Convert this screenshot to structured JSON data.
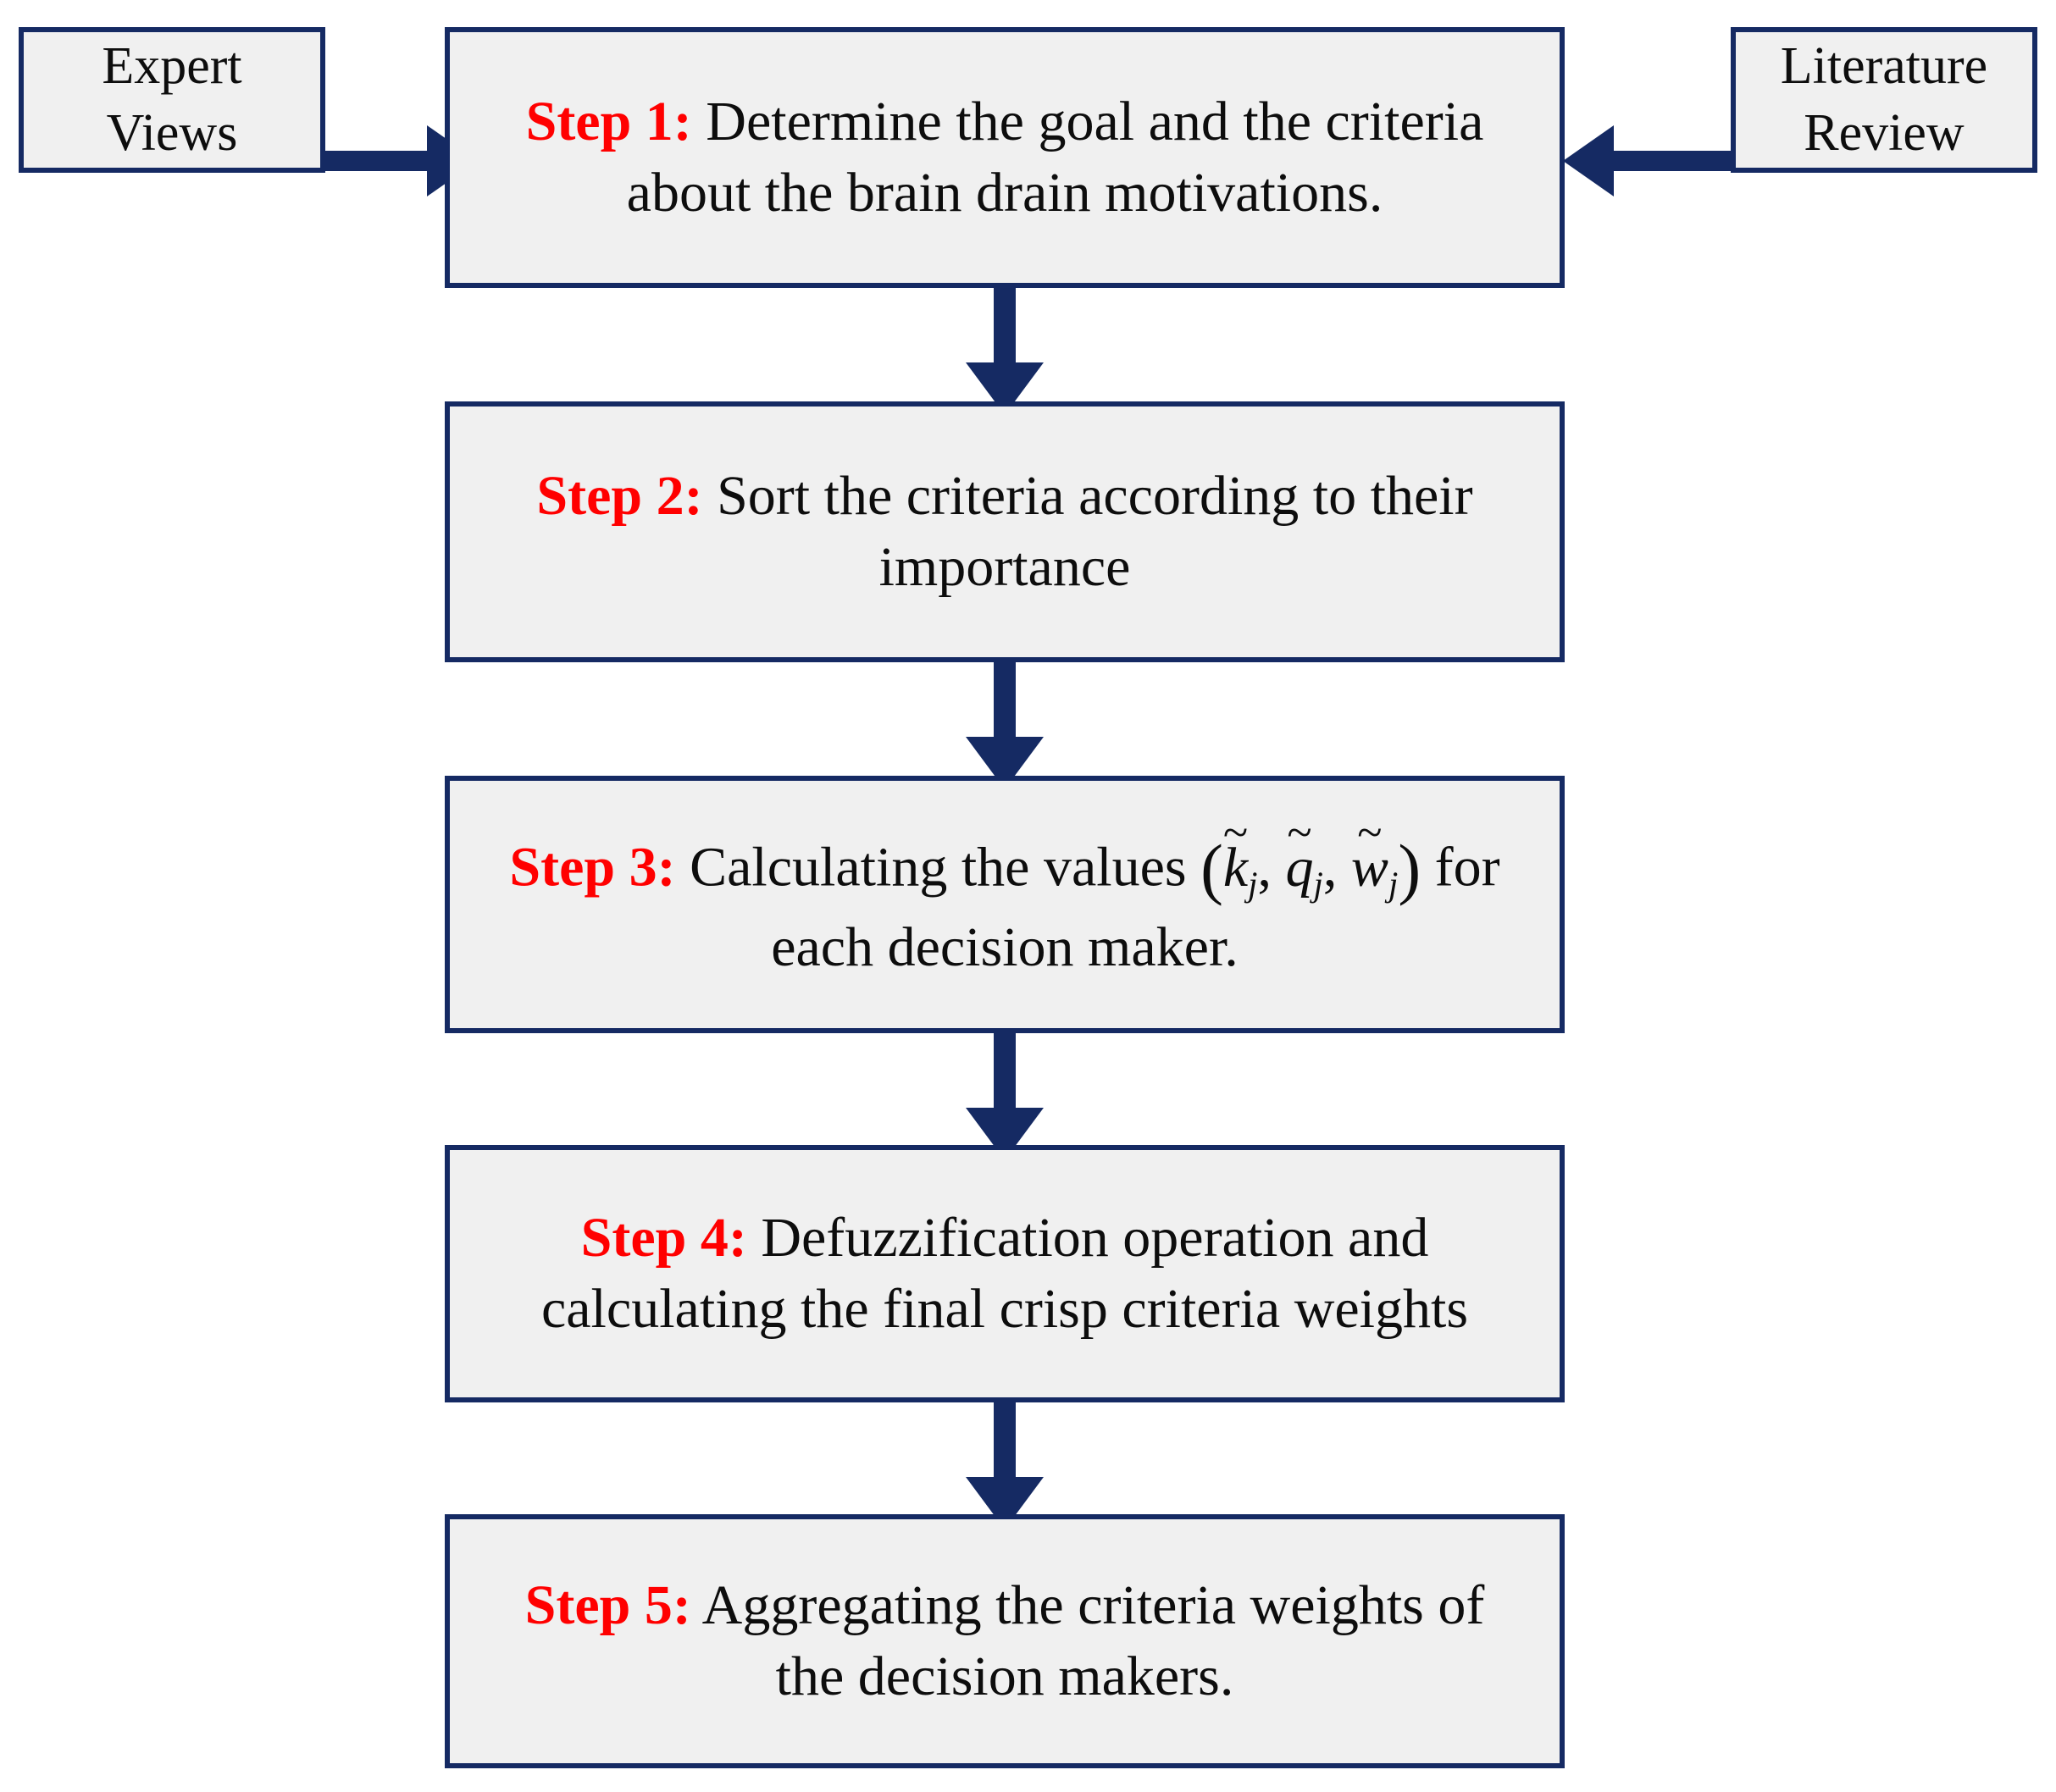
{
  "diagram": {
    "title": "Fuzzy criteria weighting methodology flowchart",
    "colors": {
      "box_border": "#152a63",
      "box_fill": "#f0f0f0",
      "step_label": "#ff0000",
      "body_text": "#0d0d0d",
      "arrow": "#152a63",
      "background": "#ffffff"
    },
    "inputs": [
      {
        "id": "expert-views",
        "line1": "Expert",
        "line2": "Views"
      },
      {
        "id": "literature-review",
        "line1": "Literature",
        "line2": "Review"
      }
    ],
    "steps": [
      {
        "id": "step-1",
        "label": "Step 1:",
        "text": " Determine the goal and the criteria about the brain drain motivations.",
        "has_math": false
      },
      {
        "id": "step-2",
        "label": "Step 2:",
        "text": " Sort the criteria according to their importance",
        "has_math": false
      },
      {
        "id": "step-3",
        "label": "Step 3:",
        "text_before_math": " Calculating the values ",
        "math": "(k̃ⱼ, q̃ⱼ, w̃ⱼ)",
        "math_vars": [
          "k",
          "q",
          "w"
        ],
        "math_subscript": "j",
        "text_after_math": " for each decision maker.",
        "has_math": true
      },
      {
        "id": "step-4",
        "label": "Step 4:",
        "text": " Defuzzification operation and calculating the final crisp criteria weights",
        "has_math": false
      },
      {
        "id": "step-5",
        "label": "Step 5:",
        "text": " Aggregating the criteria weights of the decision makers.",
        "has_math": false
      }
    ],
    "connectors": [
      {
        "id": "arrow-expert-to-step1",
        "direction": "right",
        "from": "expert-views",
        "to": "step-1"
      },
      {
        "id": "arrow-literature-to-step1",
        "direction": "left",
        "from": "literature-review",
        "to": "step-1"
      },
      {
        "id": "arrow-step1-to-step2",
        "direction": "down",
        "from": "step-1",
        "to": "step-2"
      },
      {
        "id": "arrow-step2-to-step3",
        "direction": "down",
        "from": "step-2",
        "to": "step-3"
      },
      {
        "id": "arrow-step3-to-step4",
        "direction": "down",
        "from": "step-3",
        "to": "step-4"
      },
      {
        "id": "arrow-step4-to-step5",
        "direction": "down",
        "from": "step-4",
        "to": "step-5"
      }
    ]
  }
}
